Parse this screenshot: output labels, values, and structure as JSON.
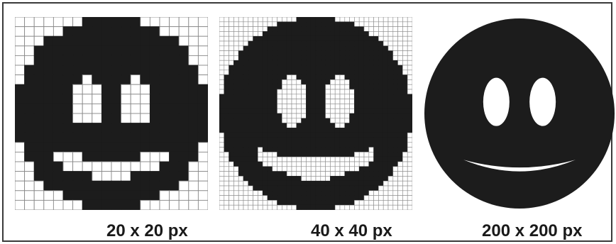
{
  "captions": {
    "low": "20 x 20 px",
    "mid": "40 x 40 px",
    "high": "200 x 200 px"
  },
  "colors": {
    "ink": "#1c1c1c",
    "grid": "#8a8a8a",
    "paper": "#ffffff"
  },
  "resolutions": [
    20,
    40,
    200
  ]
}
